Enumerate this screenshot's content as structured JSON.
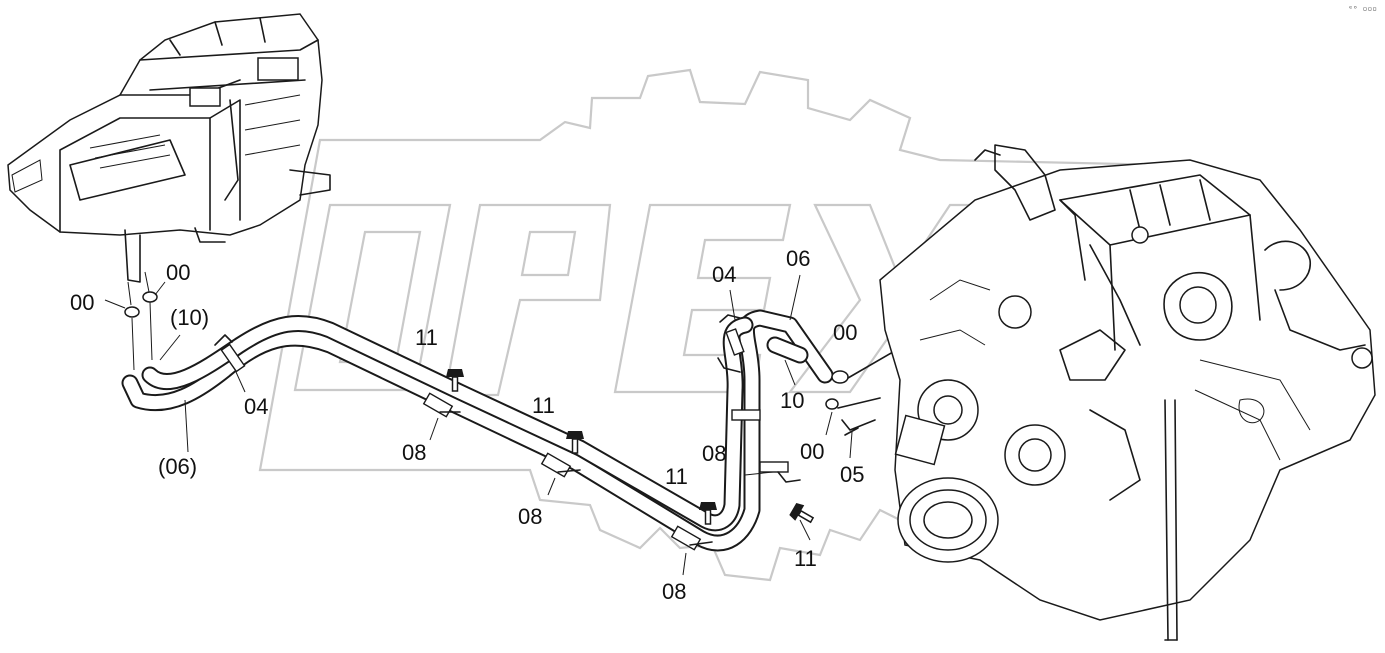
{
  "corner_mark": "ᵉᵒ ▫▫▫",
  "watermark_text": "OPEX",
  "labels": {
    "hvac_seal_a": "00",
    "hvac_seal_b": "00",
    "hose_return": "(10)",
    "clamp_left": "04",
    "hose_supply": "(06)",
    "bolt_1": "11",
    "clip_1": "08",
    "bolt_2": "11",
    "clip_2": "08",
    "bolt_3": "11",
    "clip_3": "08",
    "clamp_right": "04",
    "hose_right": "06",
    "seal_engine_a": "00",
    "hose_short": "10",
    "seal_engine_b": "00",
    "fitting": "05",
    "clip_4": "08",
    "bolt_4": "11"
  }
}
